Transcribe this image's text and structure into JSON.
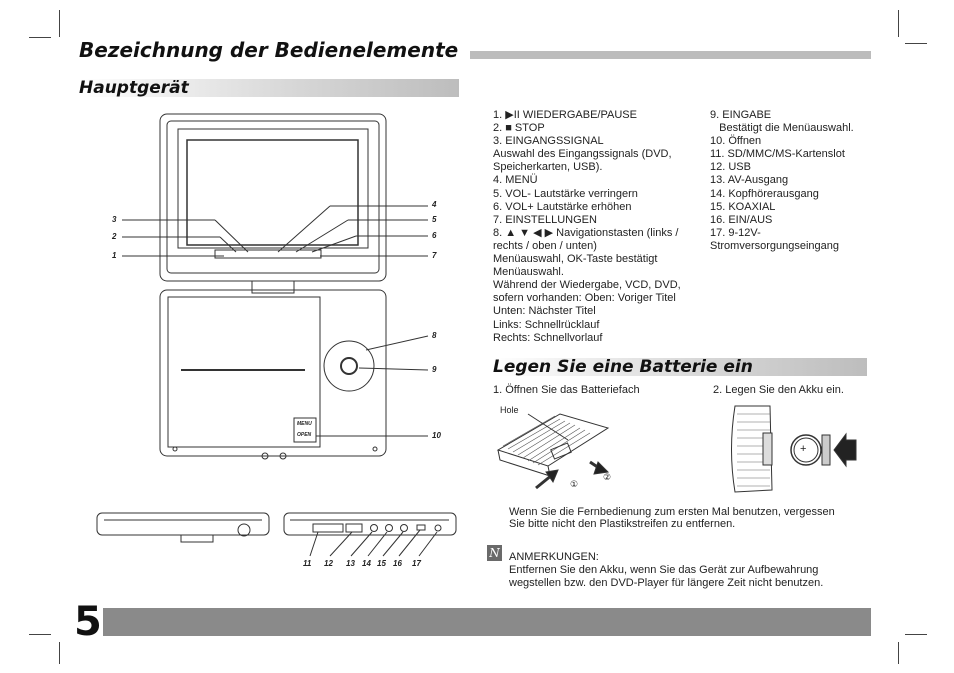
{
  "page": {
    "title": "Bezeichnung der Bedienelemente",
    "subtitle_main_unit": "Hauptgerät",
    "subtitle_battery": "Legen Sie eine Batterie ein",
    "page_number": "5"
  },
  "controls_col1": [
    "1. ▶II  WIEDERGABE/PAUSE",
    "2. ■  STOP",
    "3. EINGANGSSIGNAL",
    "Auswahl des Eingangssignals (DVD,",
    "Speicherkarten, USB).",
    "4. MENÜ",
    "5. VOL- Lautstärke verringern",
    "6. VOL+ Lautstärke erhöhen",
    "7. EINSTELLUNGEN",
    "8. ▲ ▼ ◀ ▶ Navigationstasten (links /",
    "rechts / oben / unten)",
    "Menüauswahl, OK-Taste bestätigt",
    "Menüauswahl.",
    "Während der Wiedergabe, VCD, DVD,",
    "sofern vorhanden: Oben: Voriger Titel",
    "Unten: Nächster Titel",
    "Links: Schnellrücklauf",
    "Rechts: Schnellvorlauf"
  ],
  "controls_col2": [
    "9. EINGABE",
    "   Bestätigt die Menüauswahl.",
    "10. Öffnen",
    "11. SD/MMC/MS-Kartenslot",
    "12. USB",
    "13. AV-Ausgang",
    "14. Kopfhörerausgang",
    "15. KOAXIAL",
    "16. EIN/AUS",
    "17. 9-12V-",
    "Stromversorgungseingang"
  ],
  "callouts_left": [
    "3",
    "2",
    "1"
  ],
  "callouts_right": [
    "4",
    "5",
    "6",
    "7",
    "8",
    "9",
    "10"
  ],
  "callouts_bottom": [
    "11",
    "12",
    "13",
    "14",
    "15",
    "16",
    "17"
  ],
  "device_labels": {
    "menu_label": "MENU",
    "open_label": "OPEN"
  },
  "battery": {
    "step1": "1. Öffnen Sie das Batteriefach",
    "step2": "2. Legen Sie den Akku ein.",
    "hole_label": "Hole",
    "circ1": "①",
    "circ2": "②",
    "plus_sign": "+",
    "note1_line1": "Wenn Sie die Fernbedienung zum ersten Mal benutzen, vergessen",
    "note1_line2": "Sie bitte nicht den Plastikstreifen zu entfernen.",
    "remarks_title": "ANMERKUNGEN:",
    "remarks_line1": "Entfernen Sie den Akku, wenn Sie das Gerät zur Aufbewahrung",
    "remarks_line2": "wegstellen bzw. den DVD-Player für längere Zeit nicht benutzen."
  }
}
